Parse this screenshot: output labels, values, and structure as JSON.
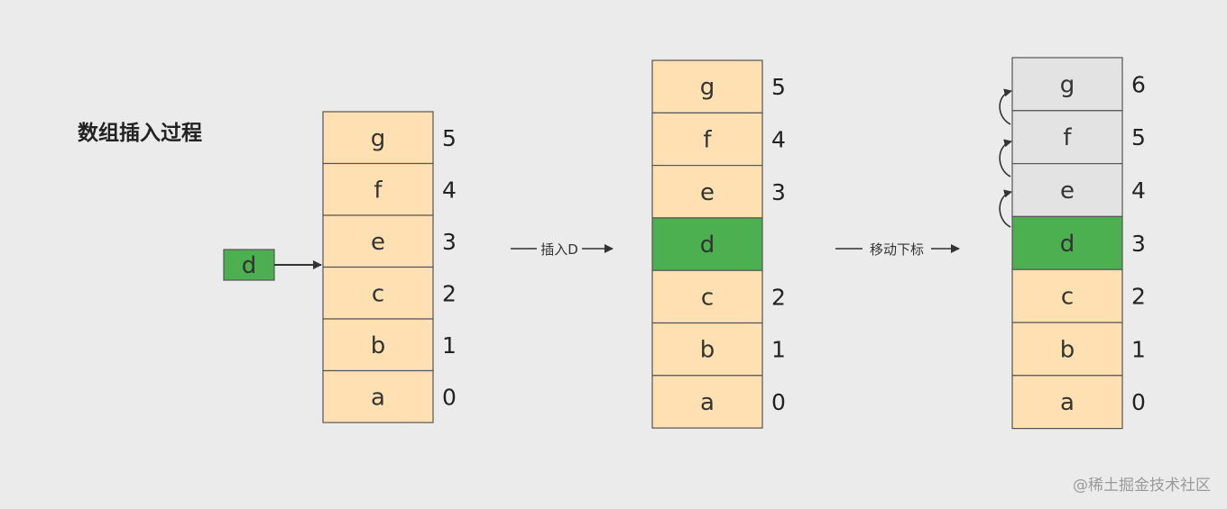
{
  "title": "数组插入过程",
  "watermark": "@稀土掘金技术社区",
  "colors": {
    "cell": "#ffe0b3",
    "inserted": "#4caf50",
    "moved": "#e3e3e3",
    "border": "#555555",
    "arrow": "#333333"
  },
  "incoming": {
    "label": "d"
  },
  "steps": [
    {
      "label": "插入D"
    },
    {
      "label": "移动下标"
    }
  ],
  "stacks": [
    {
      "cells": [
        {
          "label": "g",
          "state": "normal",
          "index": "5"
        },
        {
          "label": "f",
          "state": "normal",
          "index": "4"
        },
        {
          "label": "e",
          "state": "normal",
          "index": "3"
        },
        {
          "label": "c",
          "state": "normal",
          "index": "2"
        },
        {
          "label": "b",
          "state": "normal",
          "index": "1"
        },
        {
          "label": "a",
          "state": "normal",
          "index": "0"
        }
      ]
    },
    {
      "cells": [
        {
          "label": "g",
          "state": "normal",
          "index": "5"
        },
        {
          "label": "f",
          "state": "normal",
          "index": "4"
        },
        {
          "label": "e",
          "state": "normal",
          "index": "3"
        },
        {
          "label": "d",
          "state": "inserted",
          "index": ""
        },
        {
          "label": "c",
          "state": "normal",
          "index": "2"
        },
        {
          "label": "b",
          "state": "normal",
          "index": "1"
        },
        {
          "label": "a",
          "state": "normal",
          "index": "0"
        }
      ]
    },
    {
      "cells": [
        {
          "label": "g",
          "state": "moved",
          "index": "6"
        },
        {
          "label": "f",
          "state": "moved",
          "index": "5"
        },
        {
          "label": "e",
          "state": "moved",
          "index": "4"
        },
        {
          "label": "d",
          "state": "inserted",
          "index": "3"
        },
        {
          "label": "c",
          "state": "normal",
          "index": "2"
        },
        {
          "label": "b",
          "state": "normal",
          "index": "1"
        },
        {
          "label": "a",
          "state": "normal",
          "index": "0"
        }
      ]
    }
  ]
}
